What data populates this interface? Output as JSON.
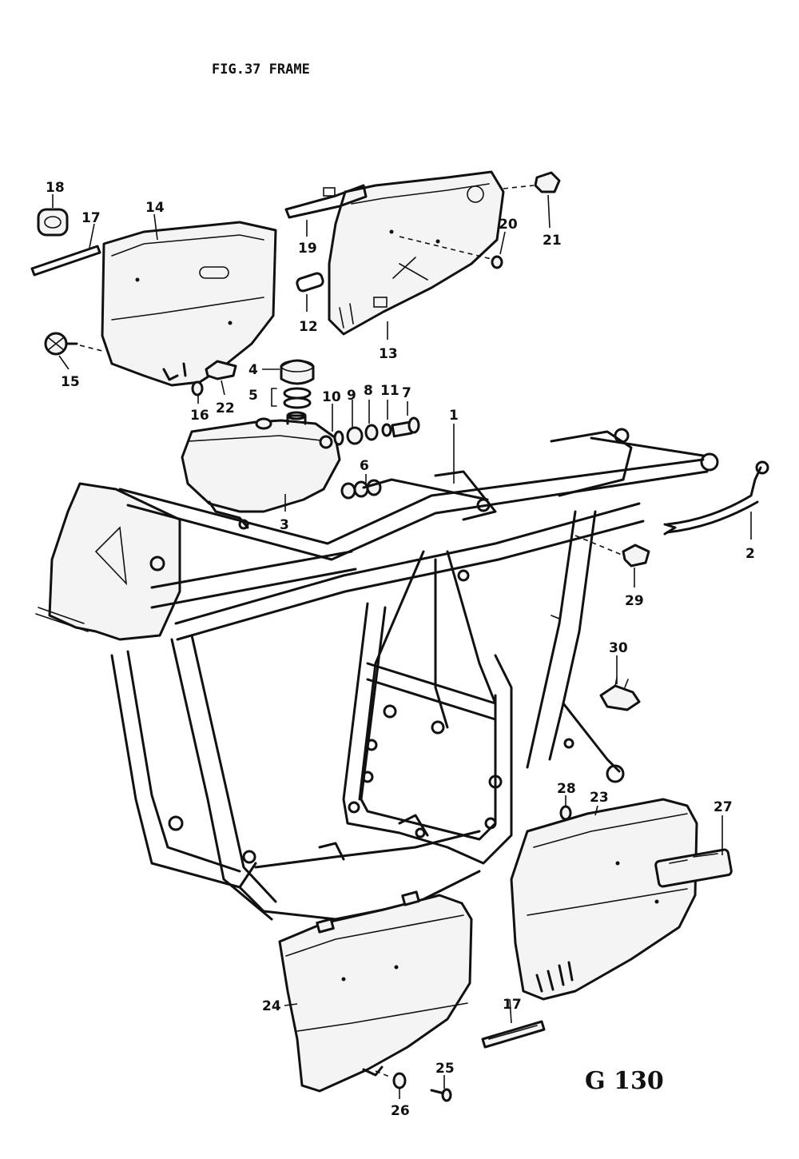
{
  "title": "FIG.37  FRAME",
  "page_code": "G 130",
  "callouts": [
    "1",
    "2",
    "3",
    "4",
    "5",
    "6",
    "7",
    "8",
    "9",
    "10",
    "11",
    "12",
    "13",
    "14",
    "15",
    "16",
    "17",
    "17",
    "18",
    "19",
    "20",
    "21",
    "22",
    "23",
    "24",
    "25",
    "26",
    "27",
    "28",
    "29",
    "30"
  ]
}
